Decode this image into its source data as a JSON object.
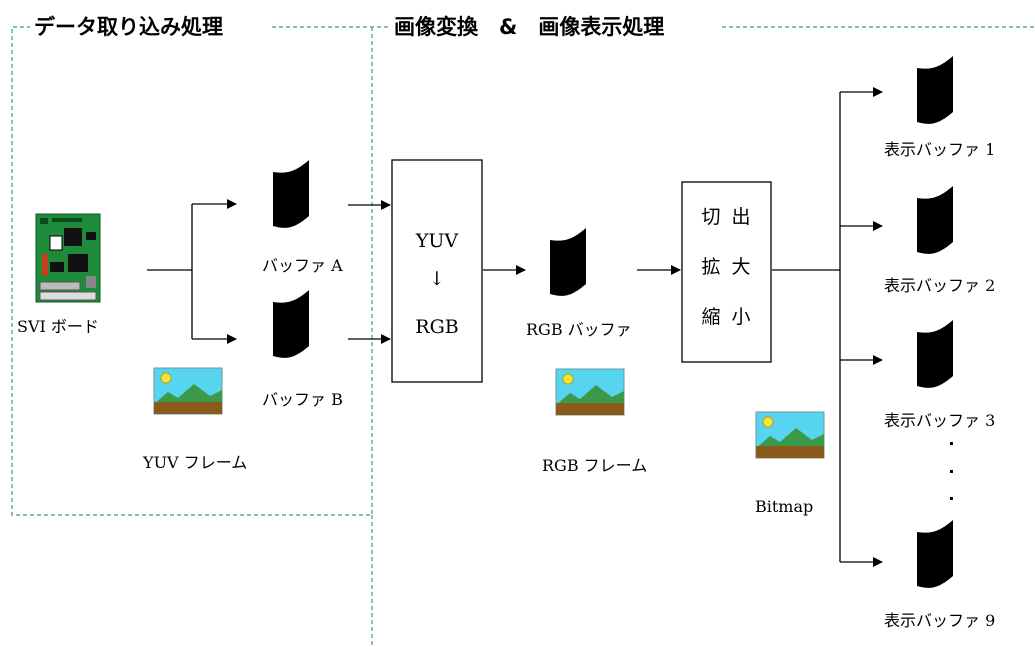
{
  "titles": {
    "capture": "データ取り込み処理",
    "convert": "画像変換　&　画像表示処理"
  },
  "source": {
    "label": "SVI ボード",
    "icon": "circuit-board-icon"
  },
  "capture_buffers": [
    "バッファ A",
    "バッファ B"
  ],
  "yuv_frame": {
    "label": "YUV フレーム",
    "icon": "landscape-image-icon"
  },
  "yuv_box": {
    "line1": "YUV",
    "arrow": "↓",
    "line2": "RGB"
  },
  "rgb_buffer": {
    "label": "RGB バッファ"
  },
  "rgb_frame": {
    "label": "RGB フレーム",
    "icon": "landscape-image-icon"
  },
  "process_box": {
    "row1": [
      "切",
      "出"
    ],
    "row2": [
      "拡",
      "大"
    ],
    "row3": [
      "縮",
      "小"
    ]
  },
  "bitmap": {
    "label": "Bitmap",
    "icon": "landscape-image-icon"
  },
  "display_buffers": [
    "表示バッファ 1",
    "表示バッファ 2",
    "表示バッファ 3",
    "表示バッファ 9"
  ],
  "colors": {
    "dashed_border": "#3a9a9a",
    "board_green": "#1e8a3a",
    "sky": "#56d4f0",
    "sun": "#f5e63a",
    "hill": "#3a9a4a",
    "ground": "#8a5a1a"
  }
}
